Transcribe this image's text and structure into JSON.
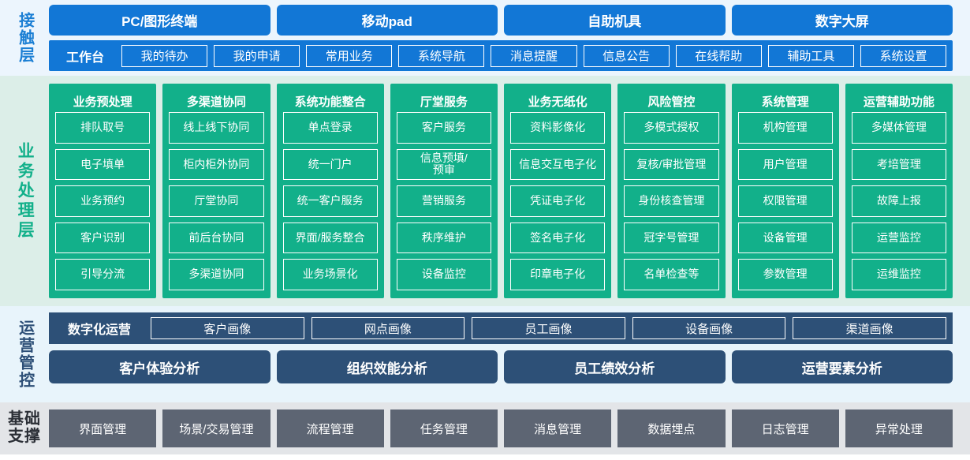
{
  "layers": {
    "contact": {
      "label": "接触层",
      "accent": "#1277d6",
      "bg": "#ecf5fd",
      "channels": [
        "PC/图形终端",
        "移动pad",
        "自助机具",
        "数字大屏"
      ],
      "workbench_title": "工作台",
      "workbench_items": [
        "我的待办",
        "我的申请",
        "常用业务",
        "系统导航",
        "消息提醒",
        "信息公告",
        "在线帮助",
        "辅助工具",
        "系统设置"
      ]
    },
    "business": {
      "label": "业务处理层",
      "accent": "#12b08a",
      "bg": "#dceee8",
      "columns": [
        {
          "title": "业务预处理",
          "items": [
            "排队取号",
            "电子填单",
            "业务预约",
            "客户识别",
            "引导分流"
          ]
        },
        {
          "title": "多渠道协同",
          "items": [
            "线上线下协同",
            "柜内柜外协同",
            "厅堂协同",
            "前后台协同",
            "多渠道协同"
          ]
        },
        {
          "title": "系统功能整合",
          "items": [
            "单点登录",
            "统一门户",
            "统一客户服务",
            "界面/服务整合",
            "业务场景化"
          ]
        },
        {
          "title": "厅堂服务",
          "items": [
            "客户服务",
            "信息预填/\n预审",
            "营销服务",
            "秩序维护",
            "设备监控"
          ]
        },
        {
          "title": "业务无纸化",
          "items": [
            "资料影像化",
            "信息交互电子化",
            "凭证电子化",
            "签名电子化",
            "印章电子化"
          ]
        },
        {
          "title": "风险管控",
          "items": [
            "多模式授权",
            "复核/审批管理",
            "身份核查管理",
            "冠字号管理",
            "名单检查等"
          ]
        },
        {
          "title": "系统管理",
          "items": [
            "机构管理",
            "用户管理",
            "权限管理",
            "设备管理",
            "参数管理"
          ]
        },
        {
          "title": "运营辅助功能",
          "items": [
            "多媒体管理",
            "考培管理",
            "故障上报",
            "运营监控",
            "运维监控"
          ]
        }
      ]
    },
    "operations": {
      "label": "运营管控",
      "accent": "#2d5077",
      "bg": "#e8f4fb",
      "digital_title": "数字化运营",
      "portraits": [
        "客户画像",
        "网点画像",
        "员工画像",
        "设备画像",
        "渠道画像"
      ],
      "analyses": [
        "客户体验分析",
        "组织效能分析",
        "员工绩效分析",
        "运营要素分析"
      ]
    },
    "base": {
      "label_line1": "基础",
      "label_line2": "支撑",
      "accent": "#5d6573",
      "bg": "#e3e5e8",
      "items": [
        "界面管理",
        "场景/交易管理",
        "流程管理",
        "任务管理",
        "消息管理",
        "数据埋点",
        "日志管理",
        "异常处理"
      ]
    }
  }
}
